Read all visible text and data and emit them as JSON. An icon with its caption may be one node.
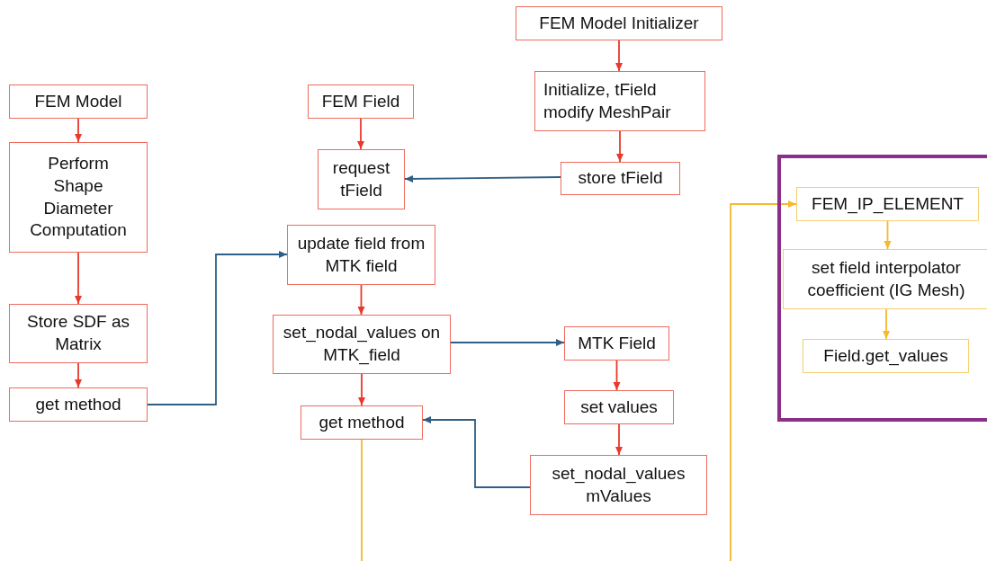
{
  "diagram": {
    "nodes": [
      {
        "text": [
          "FEM Model Initializer"
        ]
      },
      {
        "text": [
          "Initialize, tField modify MeshPair"
        ]
      },
      {
        "text": [
          "store tField"
        ]
      },
      {
        "text": [
          "FEM Model"
        ]
      },
      {
        "text": [
          "Perform Shape Diameter Computation"
        ]
      },
      {
        "text": [
          "Store SDF as Matrix"
        ]
      },
      {
        "text": [
          "get method"
        ]
      },
      {
        "text": [
          "FEM Field"
        ]
      },
      {
        "text": [
          "request tField"
        ]
      },
      {
        "text": [
          "update field from MTK field"
        ]
      },
      {
        "text": [
          "set_nodal_values on MTK_field"
        ]
      },
      {
        "text": [
          "get method"
        ]
      },
      {
        "text": [
          "MTK Field"
        ]
      },
      {
        "text": [
          "set values"
        ]
      },
      {
        "text": [
          "set_nodal_values mValues"
        ]
      },
      {
        "text": [],
        "shape": "box"
      },
      {
        "text": [
          "FEM_IP_ELEMENT"
        ],
        "in": 15
      },
      {
        "text": [
          "set field interpolator coefficient (IG Mesh)"
        ],
        "in": 15
      },
      {
        "text": [
          "Field.get_values"
        ],
        "in": 15
      }
    ],
    "edges": [
      {
        "from": 0,
        "to": 1,
        "arrow": "to"
      },
      {
        "from": 1,
        "to": 2,
        "arrow": "to"
      },
      {
        "from": 3,
        "to": 4,
        "arrow": "to"
      },
      {
        "from": 4,
        "to": 5,
        "arrow": "to"
      },
      {
        "from": 5,
        "to": 6,
        "arrow": "to"
      },
      {
        "from": 7,
        "to": 8,
        "arrow": "to"
      },
      {
        "from": 9,
        "to": 10,
        "arrow": "to"
      },
      {
        "from": 10,
        "to": 11,
        "arrow": "to"
      },
      {
        "from": 12,
        "to": 13,
        "arrow": "to"
      },
      {
        "from": 13,
        "to": 14,
        "arrow": "to"
      },
      {
        "from": 2,
        "to": 8,
        "arrow": "to",
        "color": "#2f5f85"
      },
      {
        "from": 6,
        "to": 9,
        "arrow": "to",
        "color": "#2f5f85"
      },
      {
        "from": 10,
        "to": 12,
        "arrow": "to",
        "color": "#2f5f85"
      },
      {
        "from": 14,
        "to": 11,
        "arrow": "to",
        "color": "#2f5f85"
      },
      {
        "from": 16,
        "to": 17,
        "arrow": "to",
        "color": "#f5b82e"
      },
      {
        "from": 17,
        "to": 18,
        "arrow": "to",
        "color": "#f5b82e"
      },
      {
        "from": 11,
        "to": null,
        "arrow": "none",
        "color": "#f5b82e"
      },
      {
        "from": null,
        "to": 16,
        "arrow": "to",
        "color": "#f5b82e"
      }
    ]
  }
}
